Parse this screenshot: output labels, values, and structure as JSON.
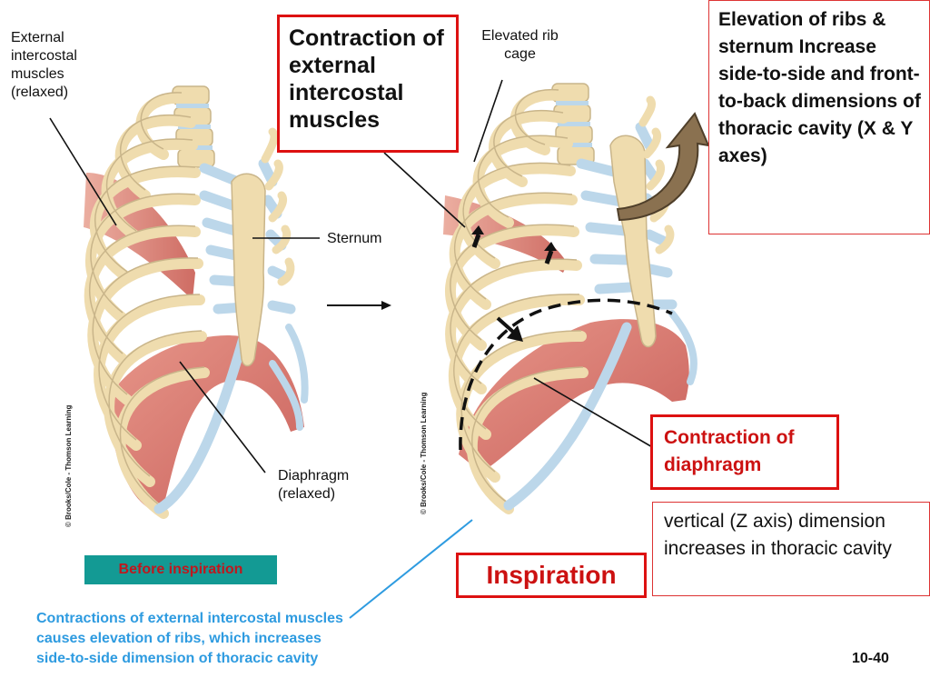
{
  "labels": {
    "external_intercostal_relaxed": "External intercostal muscles (relaxed)",
    "sternum": "Sternum",
    "diaphragm_relaxed": "Diaphragm (relaxed)",
    "before_inspiration": "Before inspiration",
    "contraction_external_intercostal": "Contraction of external intercostal muscles",
    "elevated_rib_cage": "Elevated rib cage",
    "elevation_info": "Elevation of ribs & sternum Increase side-to-side and front-to-back dimensions of thoracic cavity (X & Y axes)",
    "contraction_diaphragm": "Contraction of diaphragm",
    "vertical_info": "vertical (Z axis) dimension increases in thoracic cavity",
    "inspiration": "Inspiration",
    "blue_note": "Contractions of external intercostal muscles causes elevation of ribs, which increases side-to-side dimension of thoracic cavity",
    "slide_number": "10-40",
    "credit_left": "© Brooks/Cole - Thomson Learning",
    "credit_right": "© Brooks/Cole - Thomson Learning"
  },
  "colors": {
    "bone": "#efdcae",
    "cartilage": "#bcd7ea",
    "muscle": "#d36a5f",
    "box_red": "#dd1111",
    "teal": "#139a94",
    "note_blue": "#2e9be0",
    "arrow_brown": "#8a7150"
  }
}
